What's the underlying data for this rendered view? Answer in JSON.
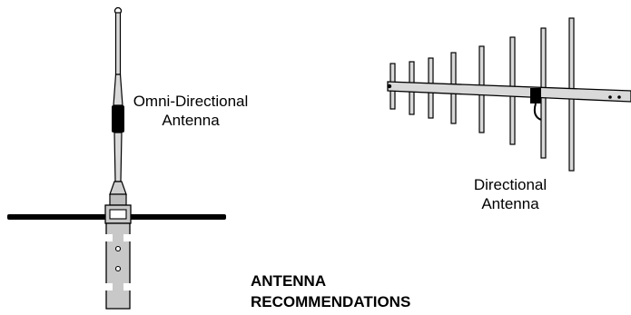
{
  "labels": {
    "omni_line1": "Omni-Directional",
    "omni_line2": "Antenna",
    "directional_line1": "Directional",
    "directional_line2": "Antenna"
  },
  "heading": {
    "line1": "ANTENNA",
    "line2": "RECOMMENDATIONS"
  }
}
